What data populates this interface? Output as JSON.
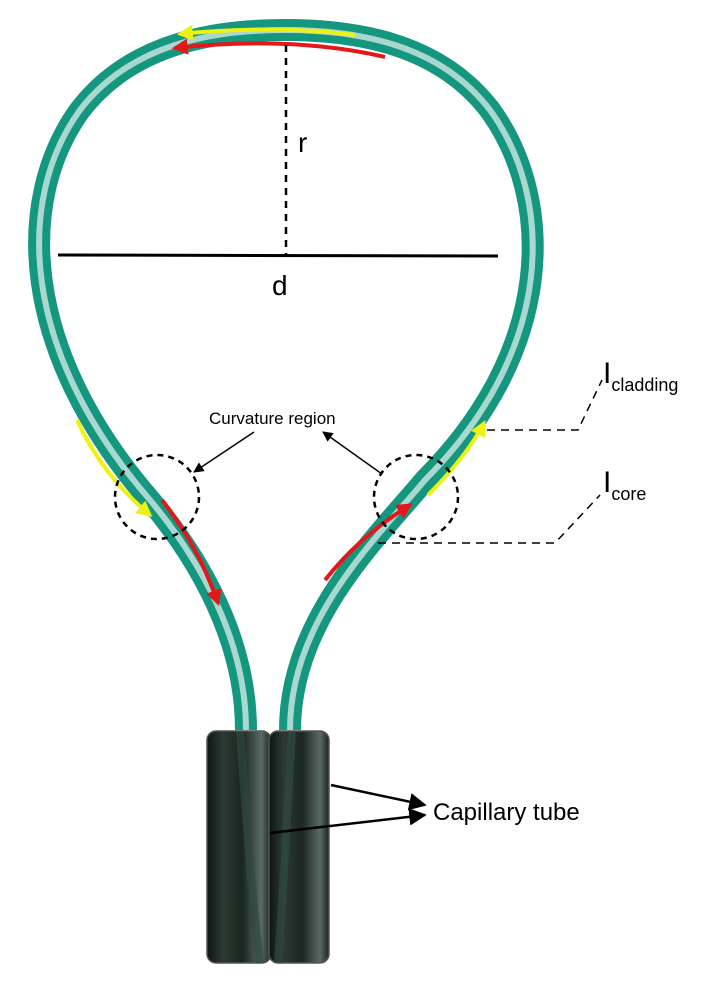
{
  "labels": {
    "radius": "r",
    "diameter": "d",
    "curvature_region": "Curvature region",
    "cladding_main": "I",
    "cladding_sub": "cladding",
    "core_main": "I",
    "core_sub": "core",
    "capillary_tube": "Capillary tube"
  },
  "colors": {
    "fiber_cladding": "#14967F",
    "fiber_core": "#A8D8CF",
    "core_light_arrow": "#E4171B",
    "cladding_light_arrow": "#EEF213",
    "capillary_tube": "#1F2B26",
    "line": "#000000"
  }
}
